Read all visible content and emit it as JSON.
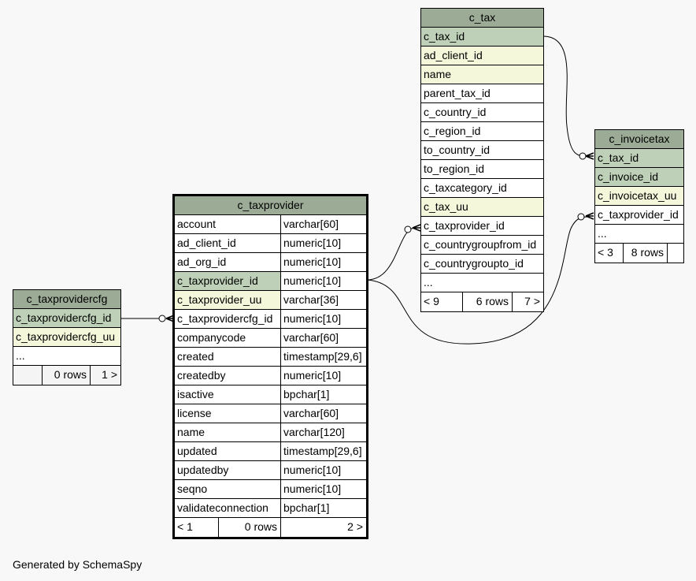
{
  "tables": {
    "c_tax": {
      "title": "c_tax",
      "columns": [
        "c_tax_id",
        "ad_client_id",
        "name",
        "parent_tax_id",
        "c_country_id",
        "c_region_id",
        "to_country_id",
        "to_region_id",
        "c_taxcategory_id",
        "c_tax_uu",
        "c_taxprovider_id",
        "c_countrygroupfrom_id",
        "c_countrygroupto_id",
        "..."
      ],
      "footer": [
        "< 9",
        "6 rows",
        "7 >"
      ]
    },
    "c_invoicetax": {
      "title": "c_invoicetax",
      "columns": [
        "c_tax_id",
        "c_invoice_id",
        "c_invoicetax_uu",
        "c_taxprovider_id",
        "..."
      ],
      "footer": [
        "< 3",
        "8 rows",
        ""
      ]
    },
    "c_taxprovider": {
      "title": "c_taxprovider",
      "columns": [
        [
          "account",
          "varchar[60]"
        ],
        [
          "ad_client_id",
          "numeric[10]"
        ],
        [
          "ad_org_id",
          "numeric[10]"
        ],
        [
          "c_taxprovider_id",
          "numeric[10]"
        ],
        [
          "c_taxprovider_uu",
          "varchar[36]"
        ],
        [
          "c_taxprovidercfg_id",
          "numeric[10]"
        ],
        [
          "companycode",
          "varchar[60]"
        ],
        [
          "created",
          "timestamp[29,6]"
        ],
        [
          "createdby",
          "numeric[10]"
        ],
        [
          "isactive",
          "bpchar[1]"
        ],
        [
          "license",
          "varchar[60]"
        ],
        [
          "name",
          "varchar[120]"
        ],
        [
          "updated",
          "timestamp[29,6]"
        ],
        [
          "updatedby",
          "numeric[10]"
        ],
        [
          "seqno",
          "numeric[10]"
        ],
        [
          "validateconnection",
          "bpchar[1]"
        ]
      ],
      "footer": [
        "< 1",
        "0 rows",
        "2 >"
      ]
    },
    "c_taxprovidercfg": {
      "title": "c_taxprovidercfg",
      "columns": [
        "c_taxprovidercfg_id",
        "c_taxprovidercfg_uu",
        "..."
      ],
      "footer": [
        "",
        "0 rows",
        "1 >"
      ]
    }
  },
  "caption": "Generated by SchemaSpy",
  "colors": {
    "header": "#9bab96",
    "primary_key": "#bed1b8",
    "unique": "#f4f7da",
    "background": "#f8f8f8"
  }
}
